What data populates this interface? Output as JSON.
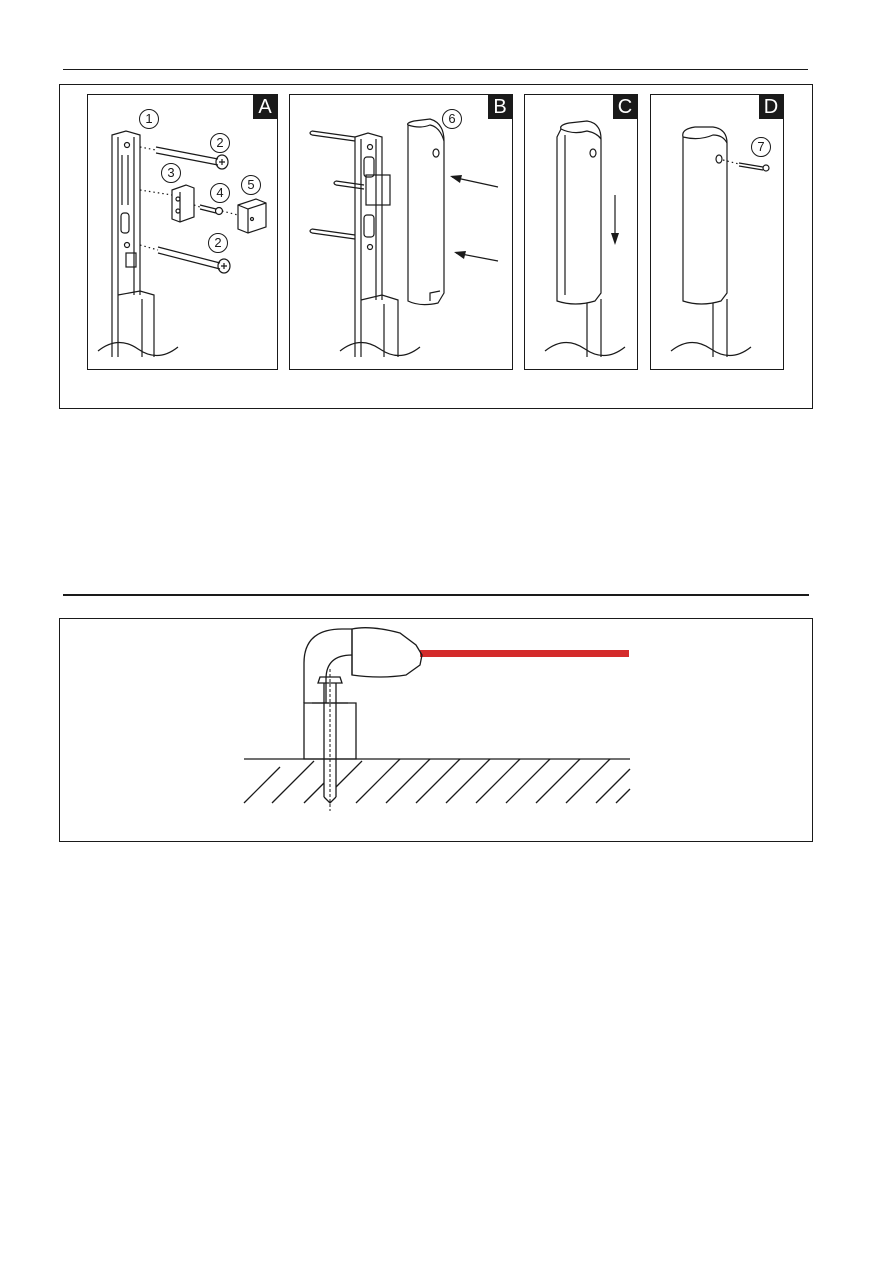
{
  "panels": [
    {
      "letter": "A",
      "callouts": [
        "1",
        "2",
        "3",
        "4",
        "5",
        "2"
      ]
    },
    {
      "letter": "B",
      "callouts": [
        "6"
      ]
    },
    {
      "letter": "C",
      "callouts": []
    },
    {
      "letter": "D",
      "callouts": [
        "7"
      ]
    }
  ],
  "colors": {
    "ink": "#1a1a1a",
    "beam": "#d42b2b",
    "paper": "#ffffff"
  },
  "icons": {
    "arrow": "push-arrow-icon",
    "screw": "screw-icon"
  }
}
